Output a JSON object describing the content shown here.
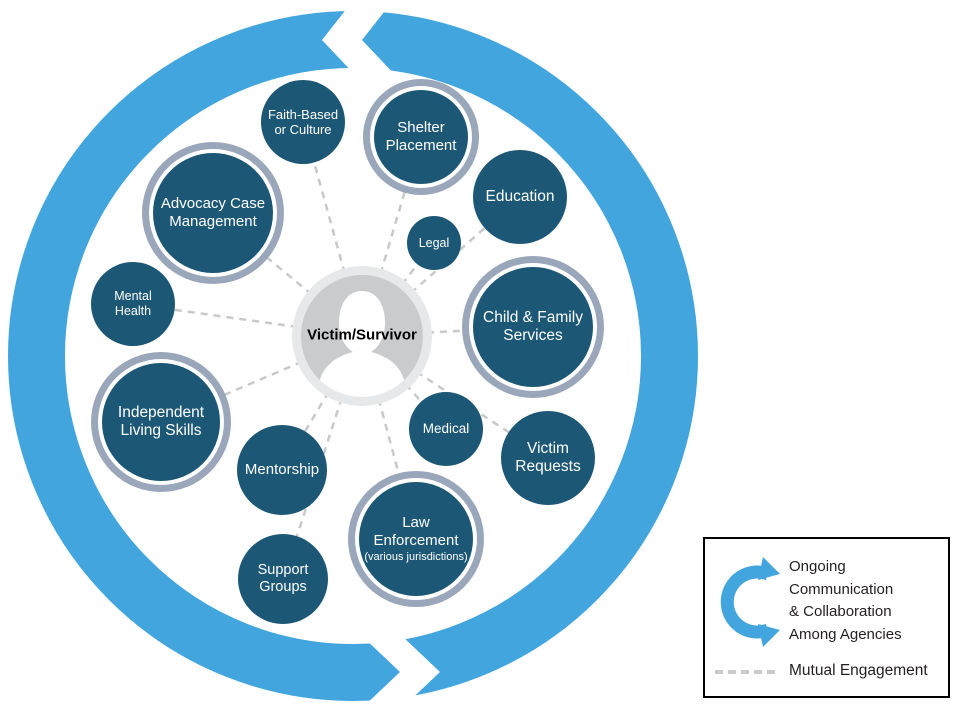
{
  "diagram": {
    "center": {
      "label": "Victim/Survivor"
    },
    "bubbles": [
      {
        "id": "faith-based-or-culture",
        "label": "Faith-Based\nor Culture",
        "ringed": false
      },
      {
        "id": "shelter-placement",
        "label": "Shelter\nPlacement",
        "ringed": true
      },
      {
        "id": "education",
        "label": "Education",
        "ringed": false
      },
      {
        "id": "legal",
        "label": "Legal",
        "ringed": false
      },
      {
        "id": "child-family-services",
        "label": "Child & Family\nServices",
        "ringed": true
      },
      {
        "id": "medical",
        "label": "Medical",
        "ringed": false
      },
      {
        "id": "victim-requests",
        "label": "Victim\nRequests",
        "ringed": false
      },
      {
        "id": "law-enforcement",
        "label": "Law\nEnforcement",
        "sublabel": "(various jurisdictions)",
        "ringed": true
      },
      {
        "id": "support-groups",
        "label": "Support\nGroups",
        "ringed": false
      },
      {
        "id": "mentorship",
        "label": "Mentorship",
        "ringed": false
      },
      {
        "id": "independent-living-skills",
        "label": "Independent\nLiving Skills",
        "ringed": true
      },
      {
        "id": "mental-health",
        "label": "Mental\nHealth",
        "ringed": false
      },
      {
        "id": "advocacy-case-management",
        "label": "Advocacy Case\nManagement",
        "ringed": true
      }
    ],
    "legend": {
      "ongoing_label": "Ongoing\nCommunication\n& Collaboration\nAmong Agencies",
      "mutual_label": "Mutual Engagement"
    },
    "colors": {
      "cycle_blue": "#42A5DE",
      "bubble_fill": "#1C5876",
      "halo_ring": "#9AA6B9",
      "center_fill": "#C9CBCD",
      "center_halo": "#E7E8E9",
      "dash_gray": "#C8C9CB",
      "bubble_text": "#FFFFFF",
      "legend_text": "#231F20"
    }
  }
}
